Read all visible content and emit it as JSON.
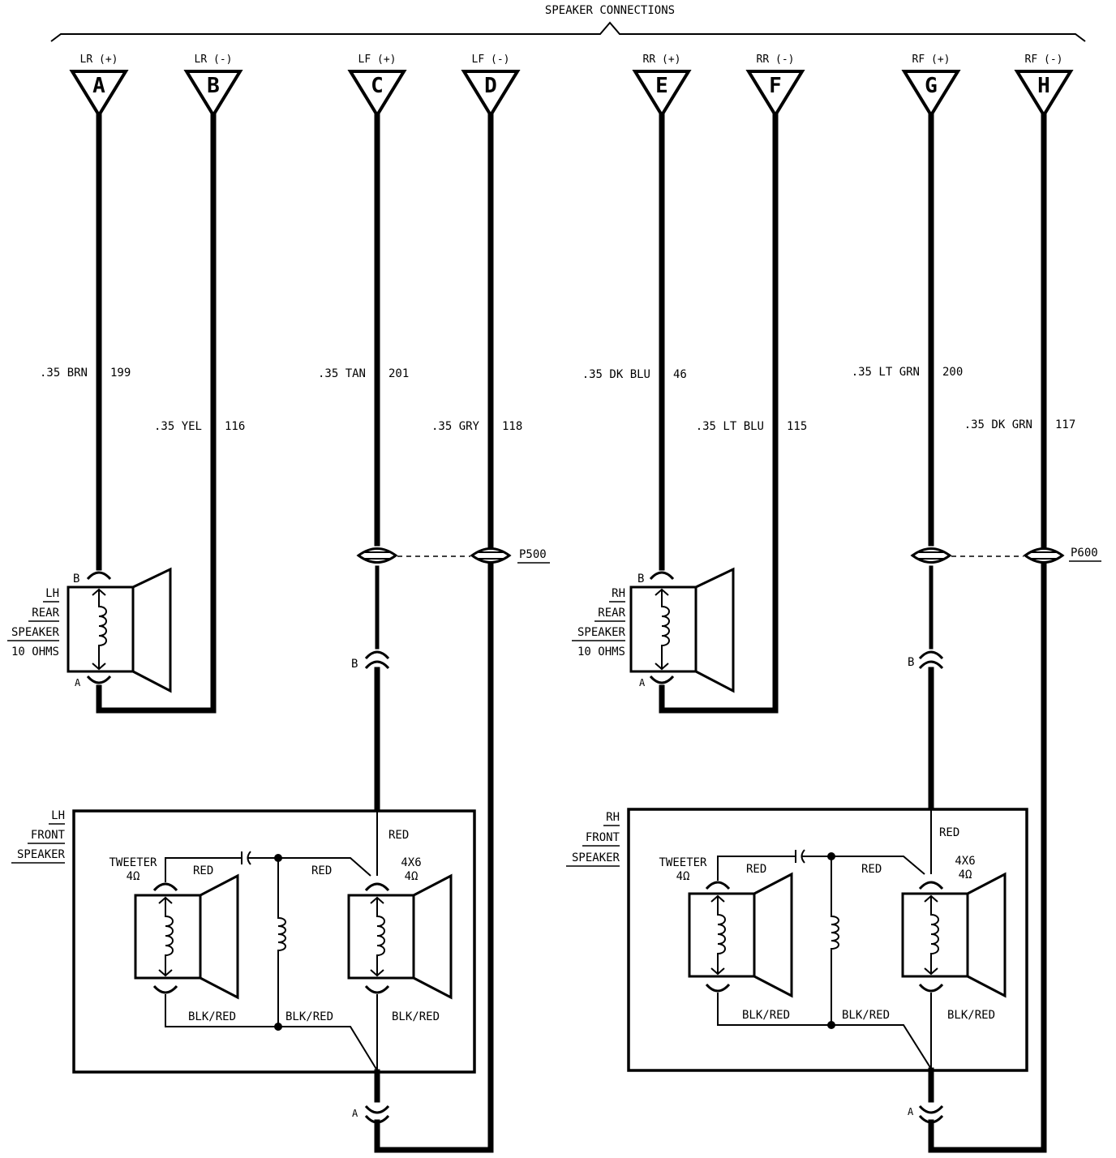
{
  "title": "SPEAKER CONNECTIONS",
  "connectors": [
    {
      "id": "A",
      "label": "LR (+)"
    },
    {
      "id": "B",
      "label": "LR (-)"
    },
    {
      "id": "C",
      "label": "LF (+)"
    },
    {
      "id": "D",
      "label": "LF (-)"
    },
    {
      "id": "E",
      "label": "RR (+)"
    },
    {
      "id": "F",
      "label": "RR (-)"
    },
    {
      "id": "G",
      "label": "RF (+)"
    },
    {
      "id": "H",
      "label": "RF (-)"
    }
  ],
  "wires": [
    {
      "size": ".35 BRN",
      "circuit": "199"
    },
    {
      "size": ".35 YEL",
      "circuit": "116"
    },
    {
      "size": ".35 TAN",
      "circuit": "201"
    },
    {
      "size": ".35 GRY",
      "circuit": "118"
    },
    {
      "size": ".35 DK BLU",
      "circuit": "46"
    },
    {
      "size": ".35 LT BLU",
      "circuit": "115"
    },
    {
      "size": ".35 LT GRN",
      "circuit": "200"
    },
    {
      "size": ".35 DK GRN",
      "circuit": "117"
    }
  ],
  "connector_refs": {
    "p500": "P500",
    "p600": "P600"
  },
  "rear_speakers": {
    "lh": {
      "lines": [
        "LH",
        "REAR",
        "SPEAKER",
        "10 OHMS"
      ]
    },
    "rh": {
      "lines": [
        "RH",
        "REAR",
        "SPEAKER",
        "10 OHMS"
      ]
    }
  },
  "front_speakers": {
    "lh": {
      "lines": [
        "LH",
        "FRONT",
        "SPEAKER"
      ]
    },
    "rh": {
      "lines": [
        "RH",
        "FRONT",
        "SPEAKER"
      ]
    }
  },
  "pins": {
    "a": "A",
    "b": "B"
  },
  "internal": {
    "tweeter": "TWEETER",
    "ohm4": "4Ω",
    "woofer": "4X6",
    "red": "RED",
    "blk_red": "BLK/RED"
  }
}
